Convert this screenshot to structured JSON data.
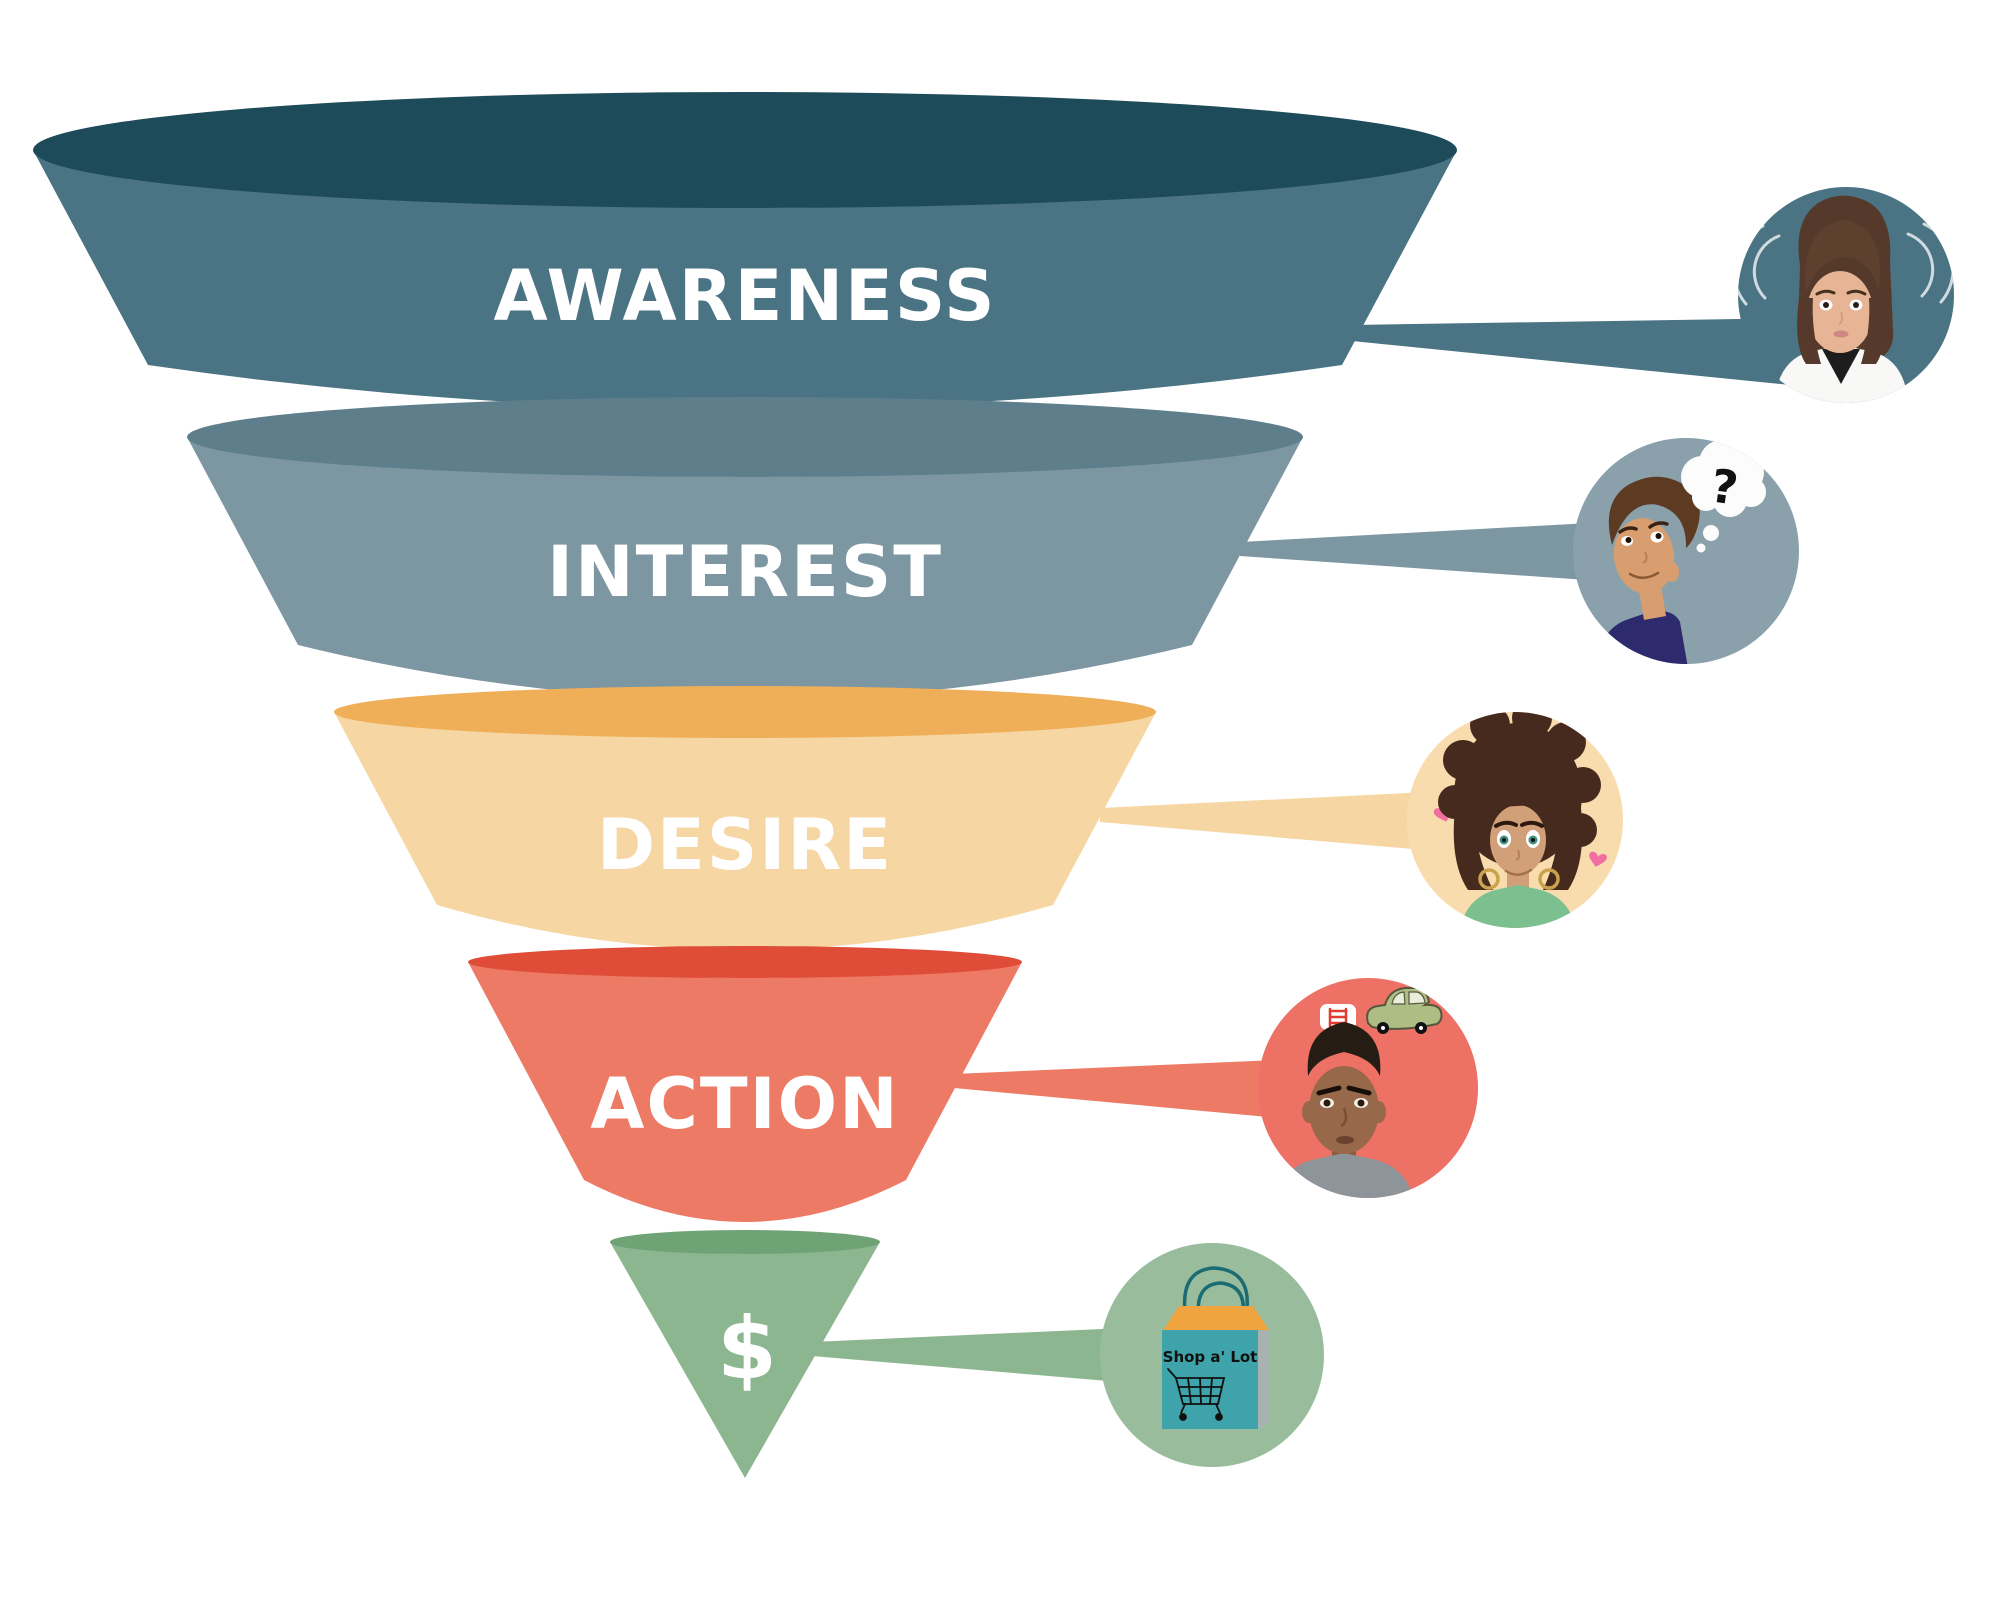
{
  "funnel": {
    "type": "marketing-sales-funnel",
    "stages": [
      {
        "label": "AWARENESS",
        "body_color": "#4A7384",
        "top_color": "#1D4B59",
        "circle_color": "#4A7384",
        "persona": "woman-hearing-sound-waves"
      },
      {
        "label": "INTEREST",
        "body_color": "#7D97A2",
        "top_color": "#5F7E8B",
        "circle_color": "#8AA0AB",
        "persona": "man-thinking-question-mark"
      },
      {
        "label": "DESIRE",
        "body_color": "#F6D7A4",
        "top_color": "#EFAE58",
        "circle_color": "#F8DCAE",
        "persona": "woman-with-hearts"
      },
      {
        "label": "ACTION",
        "body_color": "#ED7A64",
        "top_color": "#DF4C37",
        "circle_color": "#ED7164",
        "persona": "man-with-money-and-car"
      },
      {
        "label": "$",
        "body_color": "#8CB68F",
        "top_color": "#6FA376",
        "circle_color": "#99BD9C",
        "persona": "shopping-bag"
      }
    ]
  },
  "thought_bubble": {
    "question_mark": "?"
  },
  "shopping_bag": {
    "brand_text": "Shop a' Lot"
  },
  "accents": {
    "heart_red": "#E42A20",
    "heart_pink": "#F06FA0",
    "bag_teal": "#3FA3AB",
    "bag_orange": "#F0A43F",
    "car_green": "#AEBD84",
    "label_white": "#FFFFFF"
  }
}
